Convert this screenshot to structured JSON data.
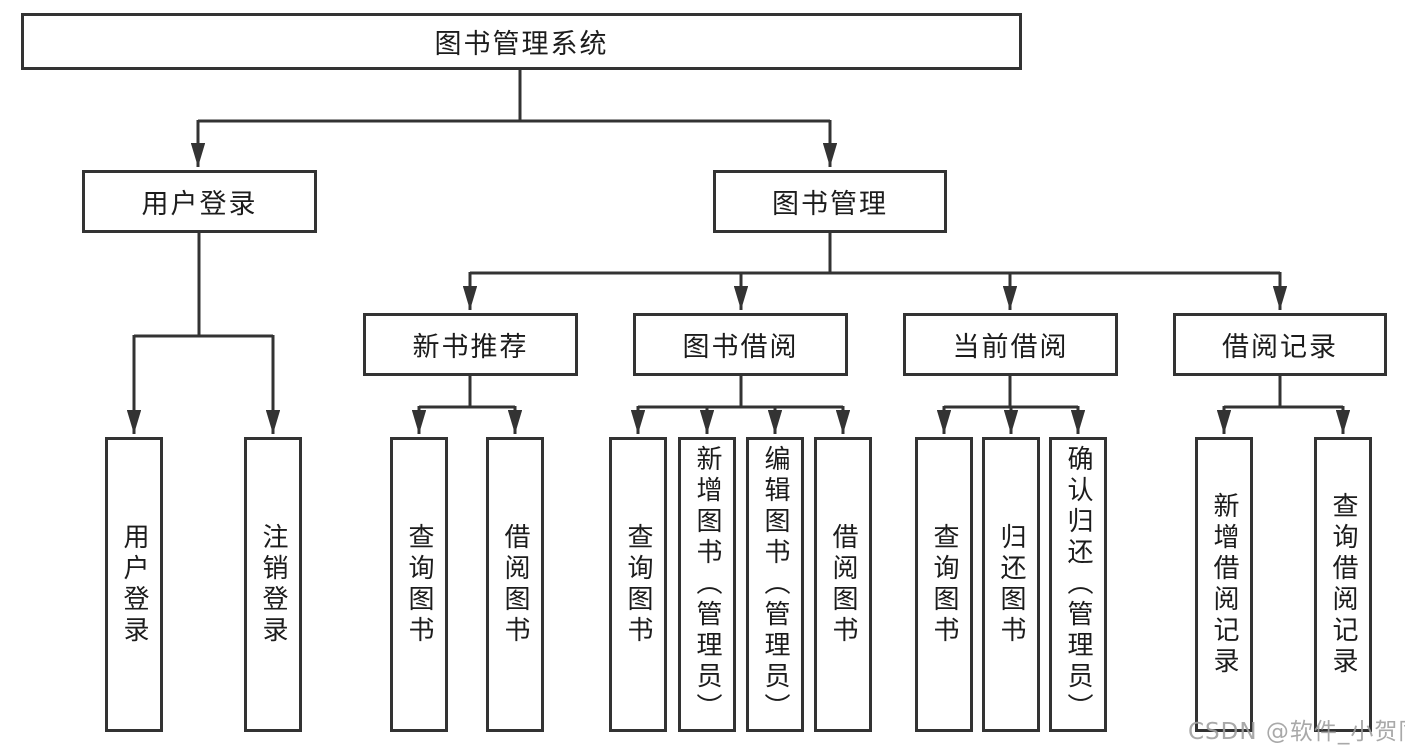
{
  "tree": {
    "root": {
      "label": "图书管理系统",
      "children": [
        {
          "label": "用户登录",
          "children": [
            {
              "label": "用户登录"
            },
            {
              "label": "注销登录"
            }
          ]
        },
        {
          "label": "图书管理",
          "children": [
            {
              "label": "新书推荐",
              "children": [
                {
                  "label": "查询图书"
                },
                {
                  "label": "借阅图书"
                }
              ]
            },
            {
              "label": "图书借阅",
              "children": [
                {
                  "label": "查询图书"
                },
                {
                  "label": "新增图书（管理员）"
                },
                {
                  "label": "编辑图书（管理员）"
                },
                {
                  "label": "借阅图书"
                }
              ]
            },
            {
              "label": "当前借阅",
              "children": [
                {
                  "label": "查询图书"
                },
                {
                  "label": "归还图书"
                },
                {
                  "label": "确认归还（管理员）"
                }
              ]
            },
            {
              "label": "借阅记录",
              "children": [
                {
                  "label": "新增借阅记录"
                },
                {
                  "label": "查询借阅记录"
                }
              ]
            }
          ]
        }
      ]
    }
  },
  "watermark": {
    "text": "CSDN @软件_小贺同学",
    "color": "#a0a0a0"
  },
  "colors": {
    "line": "#333333",
    "box_border": "#333333",
    "text": "#1c1c1c",
    "background": "#ffffff"
  }
}
